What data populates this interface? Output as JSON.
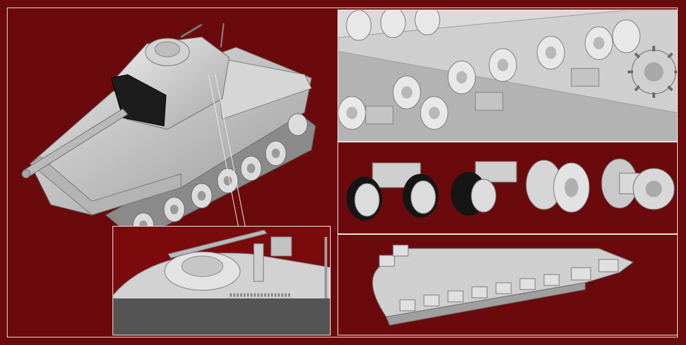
{
  "colors": {
    "background": "#6b0a0c",
    "frame": "#f1e8e8",
    "model_gray": "#c9c9c9",
    "model_light": "#e6e6e6",
    "model_dark": "#8f8f8f",
    "rubber": "#1a1a1a"
  },
  "panels": [
    {
      "id": "tank-overview",
      "content": "tank-render"
    },
    {
      "id": "suspension-underside",
      "content": "hull-suspension-render"
    },
    {
      "id": "running-gear-parts",
      "content": "bogie-wheel-sprocket-render"
    },
    {
      "id": "track-links",
      "content": "track-render"
    },
    {
      "id": "turret-detail-inset",
      "content": "turret-closeup-render"
    }
  ]
}
